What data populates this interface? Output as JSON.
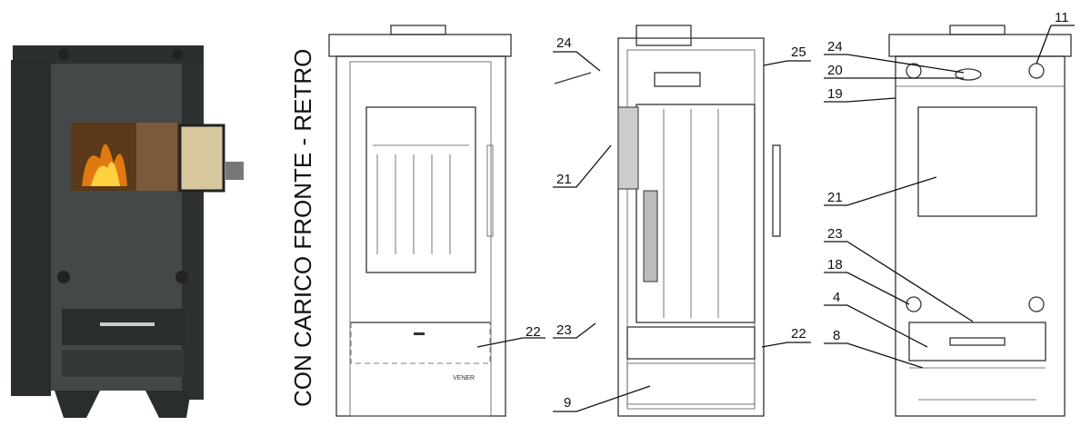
{
  "title": "CON CARICO FRONTE - RETRO",
  "logo_text": "VENER",
  "front_view": {
    "labels": [
      "22"
    ]
  },
  "section_view": {
    "labels": [
      "24",
      "25",
      "21",
      "23",
      "9",
      "22"
    ]
  },
  "rear_view": {
    "labels": [
      "11",
      "24",
      "20",
      "19",
      "21",
      "23",
      "18",
      "4",
      "8"
    ]
  },
  "colors": {
    "stove_body": "#3a3d3d",
    "fire": "#e07a10",
    "line": "#333333"
  }
}
